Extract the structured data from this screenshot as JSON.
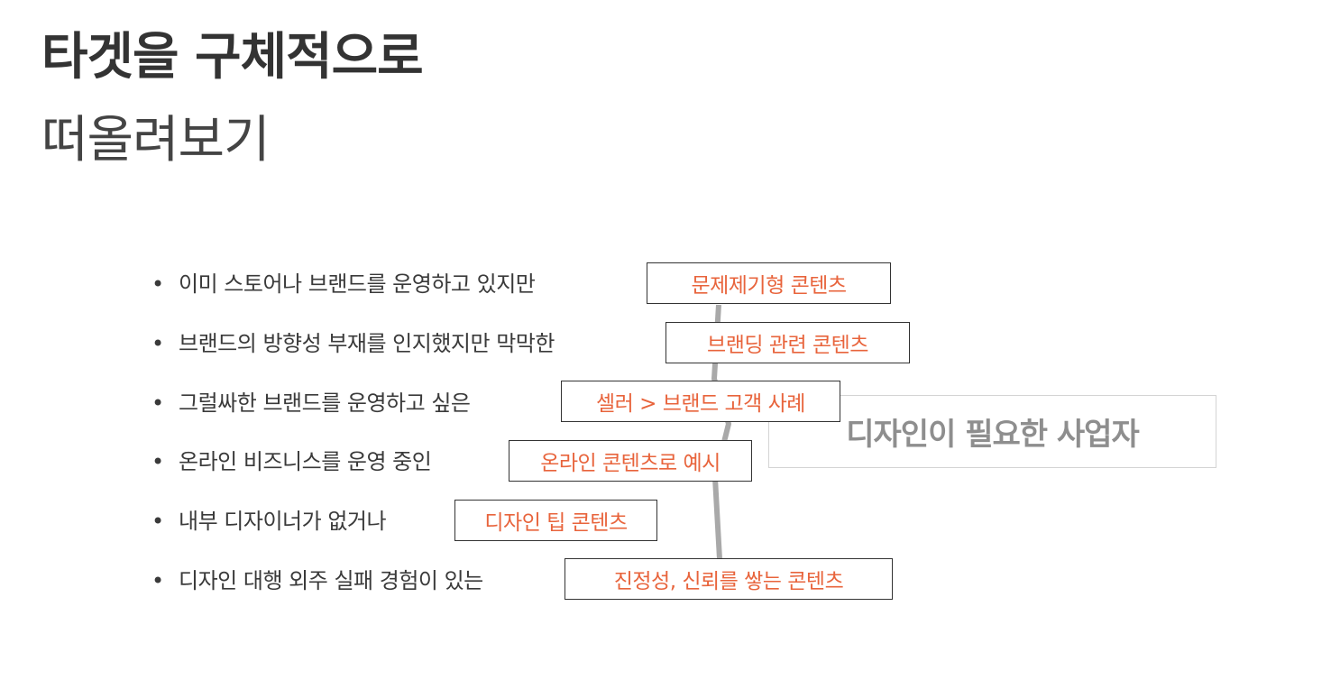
{
  "title": {
    "line1": "타겟을 구체적으로",
    "line2": "떠올려보기"
  },
  "target": {
    "label": "디자인이 필요한 사업자"
  },
  "items": [
    {
      "text": "이미 스토어나 브랜드를 운영하고 있지만",
      "tag": "문제제기형 콘텐츠"
    },
    {
      "text": "브랜드의 방향성 부재를 인지했지만 막막한",
      "tag": "브랜딩 관련 콘텐츠"
    },
    {
      "text": "그럴싸한 브랜드를 운영하고 싶은",
      "tag": "셀러 > 브랜드 고객 사례"
    },
    {
      "text": "온라인 비즈니스를 운영 중인",
      "tag": "온라인 콘텐츠로 예시"
    },
    {
      "text": "내부 디자이너가 없거나",
      "tag": "디자인 팁 콘텐츠"
    },
    {
      "text": "디자인 대행 외주 실패 경험이 있는",
      "tag": "진정성, 신뢰를 쌓는 콘텐츠"
    }
  ],
  "colors": {
    "tag_text": "#e8643c",
    "spine": "#a9a9a9",
    "target_text": "#8e8e8e"
  }
}
